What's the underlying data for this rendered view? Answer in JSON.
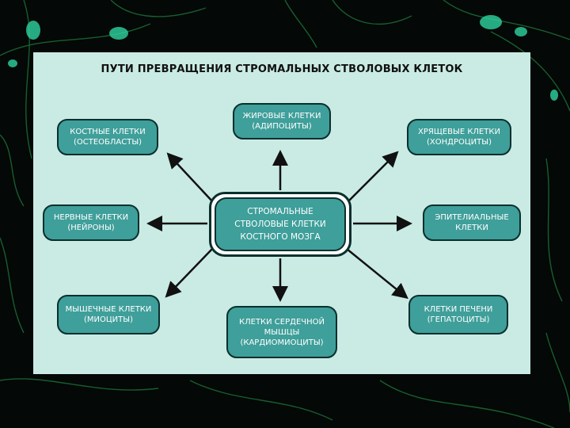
{
  "title": "ПУТИ ПРЕВРАЩЕНИЯ СТРОМАЛЬНЫХ СТВОЛОВЫХ КЛЕТОК",
  "center": {
    "line1": "СТРОМАЛЬНЫЕ",
    "line2": "СТВОЛОВЫЕ КЛЕТКИ",
    "line3": "КОСТНОГО МОЗГА"
  },
  "nodes": {
    "bone": {
      "line1": "КОСТНЫЕ КЛЕТКИ",
      "line2": "(ОСТЕОБЛАСТЫ)"
    },
    "fat": {
      "line1": "ЖИРОВЫЕ КЛЕТКИ",
      "line2": "(АДИПОЦИТЫ)"
    },
    "cartilage": {
      "line1": "ХРЯЩЕВЫЕ КЛЕТКИ",
      "line2": "(ХОНДРОЦИТЫ)"
    },
    "nerve": {
      "line1": "НЕРВНЫЕ КЛЕТКИ",
      "line2": "(НЕЙРОНЫ)"
    },
    "epithelial": {
      "line1": "ЭПИТЕЛИАЛЬНЫЕ",
      "line2": "КЛЕТКИ"
    },
    "muscle": {
      "line1": "МЫШЕЧНЫЕ КЛЕТКИ",
      "line2": "(МИОЦИТЫ)"
    },
    "heart": {
      "line1": "КЛЕТКИ СЕРДЕЧНОЙ",
      "line2": "МЫШЦЫ",
      "line3": "(КАРДИОМИОЦИТЫ)"
    },
    "liver": {
      "line1": "КЛЕТКИ ПЕЧЕНИ",
      "line2": "(ГЕПАТОЦИТЫ)"
    }
  },
  "colors": {
    "node_fill": "#3f9f9a",
    "node_border": "#0a2f2d",
    "panel": "#c9ebe4",
    "background": "#040806",
    "cell_glow": "#2fd3a0"
  }
}
